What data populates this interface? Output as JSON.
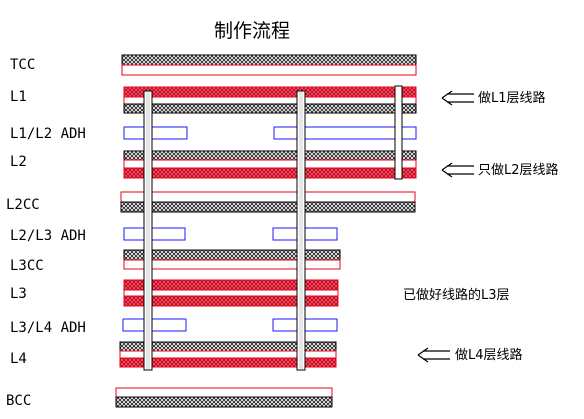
{
  "title": "制作流程",
  "layers": [
    {
      "id": "tcc",
      "label": "TCC"
    },
    {
      "id": "l1",
      "label": "L1"
    },
    {
      "id": "l1l2",
      "label": "L1/L2 ADH"
    },
    {
      "id": "l2",
      "label": "L2"
    },
    {
      "id": "l2cc",
      "label": "L2CC"
    },
    {
      "id": "l2l3",
      "label": "L2/L3 ADH"
    },
    {
      "id": "l3cc",
      "label": "L3CC"
    },
    {
      "id": "l3",
      "label": "L3"
    },
    {
      "id": "l3l4",
      "label": "L3/L4 ADH"
    },
    {
      "id": "l4",
      "label": "L4"
    },
    {
      "id": "bcc",
      "label": "BCC"
    }
  ],
  "annotations": {
    "l1_note": "做L1层线路",
    "l2_note": "只做L2层线路",
    "l3_note": "已做好线路的L3层",
    "l4_note": "做L4层线路"
  },
  "colors": {
    "copper": "#e8001c",
    "substrate": "#2a2a2a",
    "adhesive": "#1a1aff",
    "via": "#444444"
  }
}
